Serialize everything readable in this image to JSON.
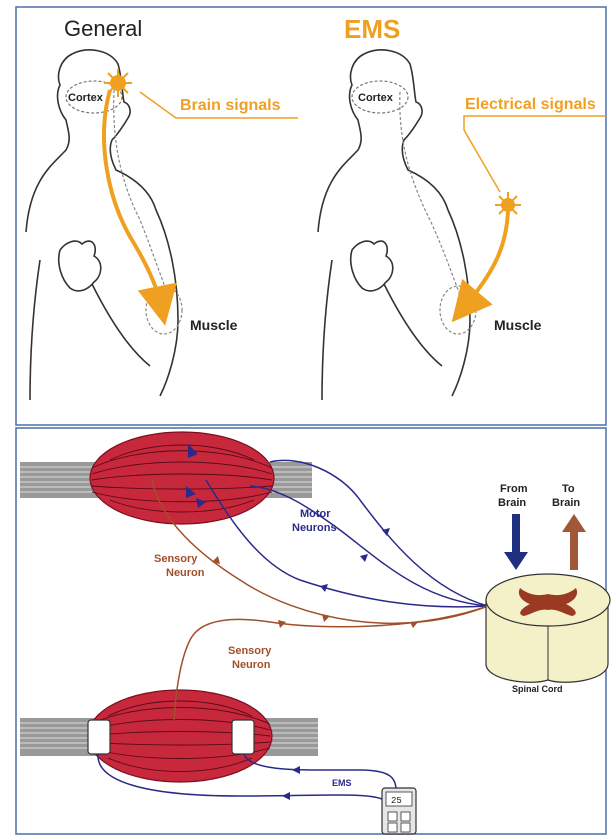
{
  "top_panel": {
    "general_title": "General",
    "ems_title": "EMS",
    "left": {
      "cortex": "Cortex",
      "signal": "Brain signals",
      "muscle": "Muscle"
    },
    "right": {
      "cortex": "Cortex",
      "signal": "Electrical signals",
      "muscle": "Muscle"
    }
  },
  "bottom_panel": {
    "motor_neurons_1": "Motor",
    "motor_neurons_2": "Neurons",
    "sensory_upper_1": "Sensory",
    "sensory_upper_2": "Neuron",
    "sensory_lower_1": "Sensory",
    "sensory_lower_2": "Neuron",
    "from_brain_1": "From",
    "from_brain_2": "Brain",
    "to_brain_1": "To",
    "to_brain_2": "Brain",
    "spinal_cord": "Spinal Cord",
    "ems_label": "EMS",
    "device_display": "25"
  },
  "colors": {
    "orange": "#f0a020",
    "motor_blue": "#2a2a8a",
    "sensory_brown": "#a0502a",
    "muscle_red": "#c8283c",
    "arrow_blue": "#203080",
    "arrow_brown": "#a05838",
    "cord_cream": "#f4f1c8"
  }
}
